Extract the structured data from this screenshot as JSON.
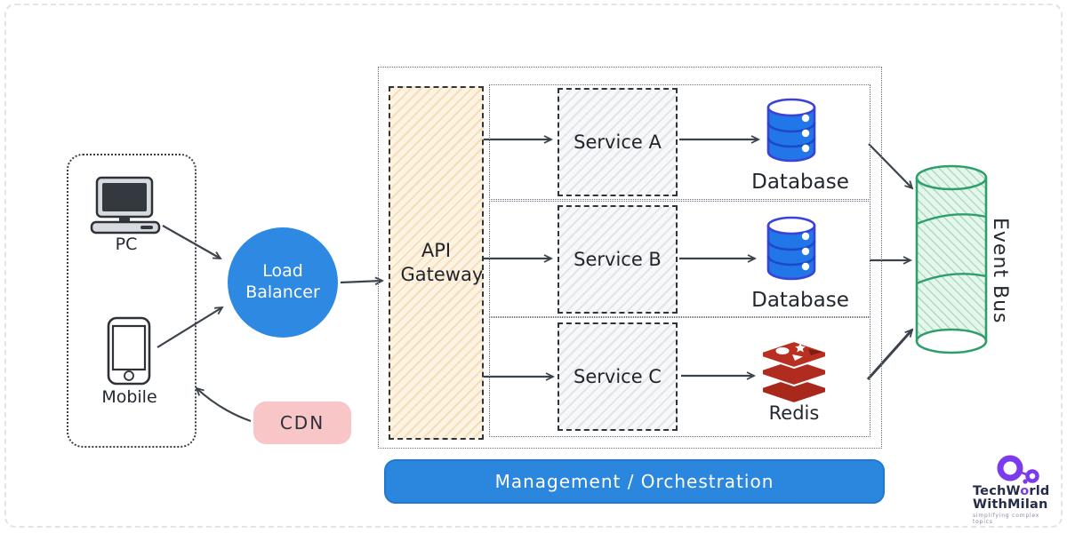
{
  "clients": {
    "pc_label": "PC",
    "mobile_label": "Mobile"
  },
  "load_balancer": {
    "label": "Load Balancer",
    "color": "#2e89e2"
  },
  "cdn": {
    "label": "CDN",
    "color": "#f9c6c8"
  },
  "api_gateway": {
    "label": "API Gateway",
    "fill": "#fdf3e2"
  },
  "services": [
    {
      "label": "Service A",
      "store": "Database",
      "store_type": "database"
    },
    {
      "label": "Service B",
      "store": "Database",
      "store_type": "database"
    },
    {
      "label": "Service C",
      "store": "Redis",
      "store_type": "redis"
    }
  ],
  "event_bus": {
    "label": "Event Bus",
    "color": "#2f9e6a"
  },
  "banner": {
    "label": "Management / Orchestration",
    "color": "#2b86dd"
  },
  "logo": {
    "line1_pre": "TechW",
    "line1_o": "o",
    "line1_post": "rld",
    "line2": "WithMilan",
    "tagline": "simplifying complex topics",
    "accent": "#7c3aed"
  }
}
